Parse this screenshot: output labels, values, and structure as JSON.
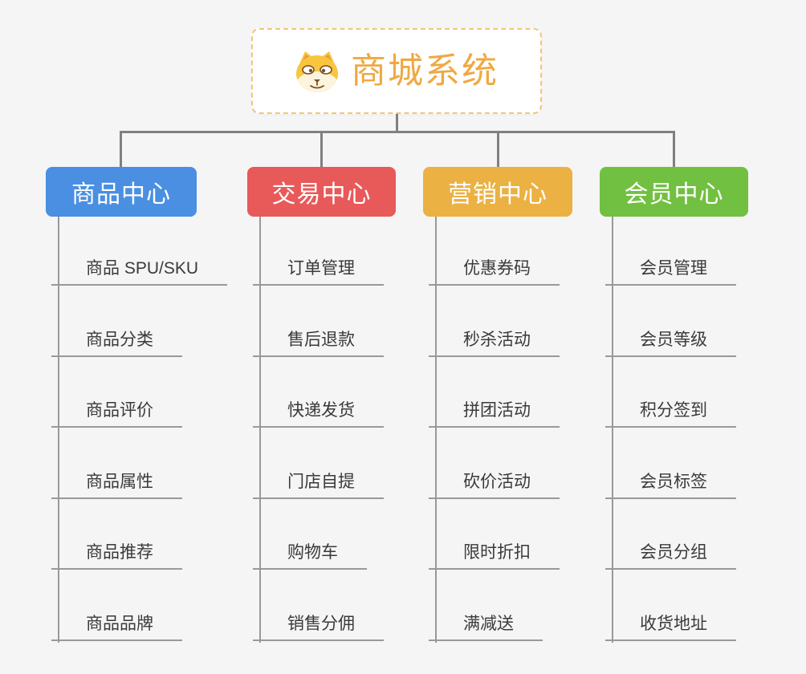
{
  "root": {
    "title": "商城系统",
    "icon": "dog-face-icon"
  },
  "branches": [
    {
      "label": "商品中心",
      "color": "#4a8fe2",
      "children": [
        "商品 SPU/SKU",
        "商品分类",
        "商品评价",
        "商品属性",
        "商品推荐",
        "商品品牌"
      ]
    },
    {
      "label": "交易中心",
      "color": "#e8595a",
      "children": [
        "订单管理",
        "售后退款",
        "快递发货",
        "门店自提",
        "购物车",
        "销售分佣"
      ]
    },
    {
      "label": "营销中心",
      "color": "#ecb143",
      "children": [
        "优惠券码",
        "秒杀活动",
        "拼团活动",
        "砍价活动",
        "限时折扣",
        "满减送"
      ]
    },
    {
      "label": "会员中心",
      "color": "#72c041",
      "children": [
        "会员管理",
        "会员等级",
        "积分签到",
        "会员标签",
        "会员分组",
        "收货地址"
      ]
    }
  ],
  "colors": {
    "background": "#f5f5f5",
    "connector": "#808080",
    "child_line": "#999999",
    "child_text": "#3a3a3a",
    "root_text": "#f0a843",
    "root_border": "#f3c677"
  }
}
